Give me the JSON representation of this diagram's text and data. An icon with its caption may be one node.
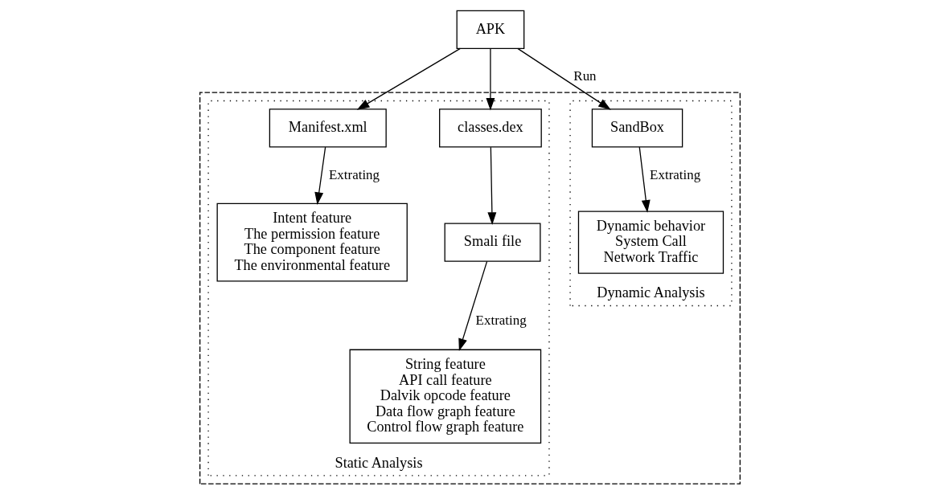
{
  "diagram": {
    "nodes": [
      {
        "text": [
          "APK"
        ]
      },
      {
        "text": [],
        "shape": "box"
      },
      {
        "text": [
          "Static Analysis"
        ],
        "in": 1
      },
      {
        "text": [
          "Manifest.xml"
        ],
        "in": 2
      },
      {
        "text": [
          "classes.dex"
        ],
        "in": 2
      },
      {
        "text": [
          "Intent feature",
          "The permission feature",
          "The component feature",
          "The environmental feature"
        ],
        "in": 2
      },
      {
        "text": [
          "Smali file"
        ],
        "in": 2
      },
      {
        "text": [
          "String feature",
          "API call feature",
          "Dalvik opcode feature",
          "Data flow graph feature",
          "Control flow graph feature"
        ],
        "in": 2
      },
      {
        "text": [
          "Dynamic Analysis"
        ],
        "in": 1
      },
      {
        "text": [
          "SandBox"
        ],
        "in": 8
      },
      {
        "text": [
          "Dynamic behavior",
          "System Call",
          "Network Traffic"
        ],
        "in": 8
      }
    ],
    "edges": [
      {
        "from": 0,
        "to": 3,
        "arrow": "to"
      },
      {
        "from": 0,
        "to": 4,
        "arrow": "to"
      },
      {
        "from": 0,
        "to": 9,
        "arrow": "to",
        "label": "Run"
      },
      {
        "from": 3,
        "to": 5,
        "arrow": "to",
        "label": "Extrating"
      },
      {
        "from": 4,
        "to": 6,
        "arrow": "to"
      },
      {
        "from": 6,
        "to": 7,
        "arrow": "to",
        "label": "Extrating"
      },
      {
        "from": 9,
        "to": 10,
        "arrow": "to",
        "label": "Extrating"
      }
    ]
  }
}
